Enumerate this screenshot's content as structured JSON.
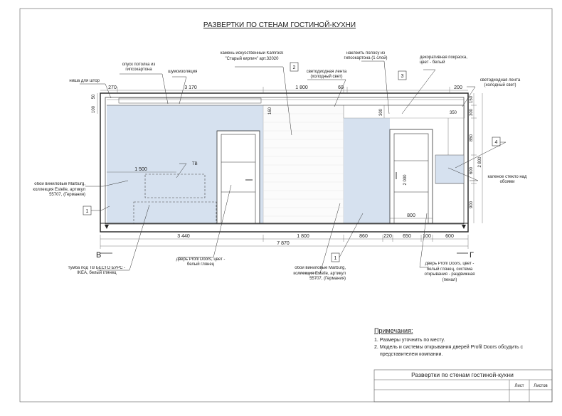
{
  "drawing": {
    "title": "РАЗВЕРТКИ ПО СТЕНАМ ГОСТИНОЙ-КУХНИ",
    "marks": {
      "left": "В",
      "right": "Г"
    },
    "callouts": {
      "c1_left": "1",
      "c2": "2",
      "c3": "3",
      "c4": "4",
      "c1_bottom": "1"
    },
    "labels": {
      "niche": "ниша для штор",
      "ceiling_drop": "опуск потолка из гипсокартона",
      "soundproof": "шумоизоляция",
      "stone": "камень искусственный Kamrock \"Старый кирпич\" арт.32020",
      "led_left": "светодиодная лента (холодный свет)",
      "strip": "наклеить полосу из гипсокартона (1 слой)",
      "paint": "декоративная покраска, цвет - белый",
      "led_right": "светодиодная лента (холодный свет)",
      "tv": "ТВ",
      "wallpaper_left": "обои виниловые Marburg, коллекция Estelle, артикул 55707, (Германия)",
      "glass": "каленое стекло над обоями",
      "tv_stand": "тумба под ТВ БЕСТО БУРС - IKEA, белый глянец",
      "door_left": "дверь Profil Doors, цвет - белый глянец",
      "wallpaper_bottom": "обои виниловые Marburg, коллекция Estelle, артикул 55707, (Германия)",
      "door_right": "дверь Profil Doors, цвет - белый глянец, система открывания - раздвижная (пенал)"
    },
    "dims": {
      "top_270": "270",
      "top_3170": "3 170",
      "top_1800": "1 800",
      "top_60": "60",
      "top_200": "200",
      "left_100": "100",
      "left_50": "50",
      "mid_160": "160",
      "r_300a": "300",
      "r_350": "350",
      "r_150": "150",
      "r_300b": "300",
      "r_850": "850",
      "r_600": "600",
      "r_2800": "2 800",
      "r_900": "900",
      "tv_1500": "1 500",
      "door_2000": "2 000",
      "door_800": "800",
      "b_3440": "3 440",
      "b_1800": "1 800",
      "b_860": "860",
      "b_220": "220",
      "b_650": "650",
      "b_100": "100",
      "b_600": "600",
      "b_total": "7 870"
    }
  },
  "notes": {
    "title": "Примечания:",
    "items": [
      "1. Размеры уточнить по месту.",
      "2. Модель и системы открывания дверей Profil Doors обсудить с",
      "представителем компании."
    ]
  },
  "title_block": {
    "name": "Развертки по стенам гостиной-кухни",
    "sheet_label": "Лист",
    "sheets_label": "Листов"
  },
  "colors": {
    "wall_blue": "#d6e1ef",
    "line": "#333333"
  }
}
